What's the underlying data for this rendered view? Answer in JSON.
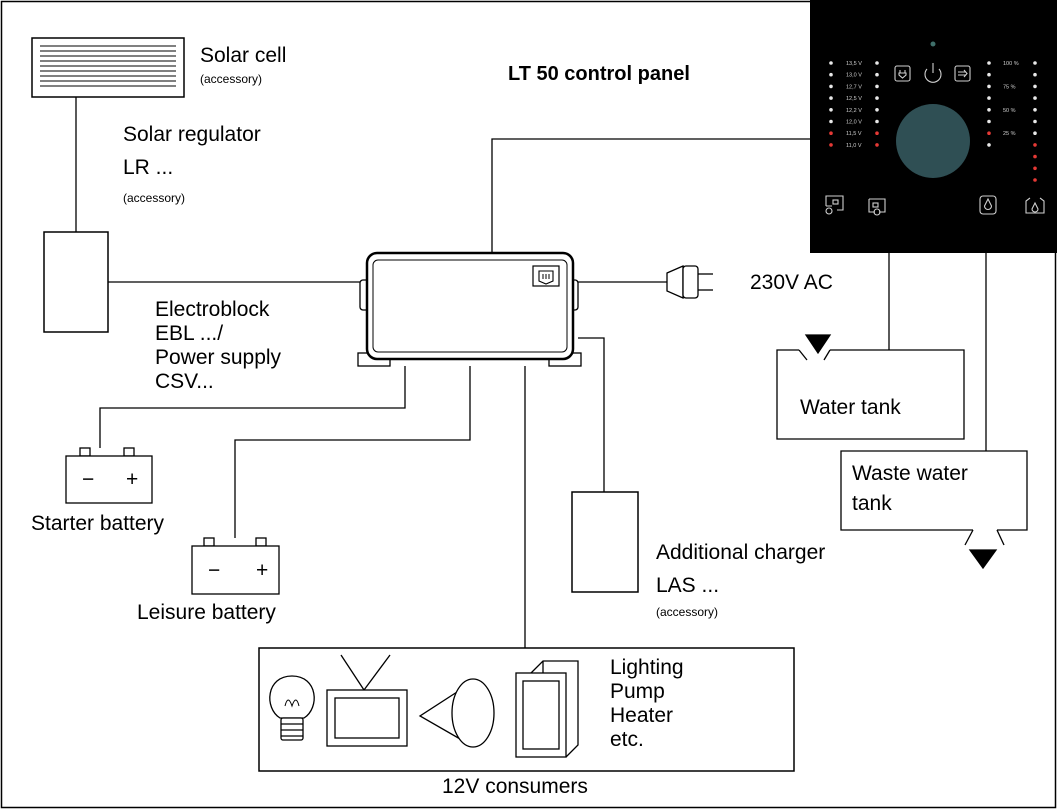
{
  "title": "LT 50 control panel",
  "components": {
    "solar_cell": {
      "label": "Solar cell",
      "note": "(accessory)"
    },
    "solar_regulator": {
      "label1": "Solar regulator",
      "label2": "LR ...",
      "note": "(accessory)"
    },
    "electroblock": {
      "lines": [
        "Electroblock",
        "EBL .../",
        "Power supply",
        "CSV..."
      ]
    },
    "mains": {
      "label": "230V AC"
    },
    "starter_battery": {
      "label": "Starter battery",
      "minus": "−",
      "plus": "+"
    },
    "leisure_battery": {
      "label": "Leisure battery",
      "minus": "−",
      "plus": "+"
    },
    "water_tank": {
      "label": "Water tank"
    },
    "waste_water_tank": {
      "line1": "Waste water",
      "line2": "tank"
    },
    "additional_charger": {
      "label1": "Additional charger",
      "label2": "LAS ...",
      "note": "(accessory)"
    },
    "consumers": {
      "items": [
        "Lighting",
        "Pump",
        "Heater",
        "etc."
      ],
      "caption": "12V consumers"
    }
  },
  "panel": {
    "voltages": [
      "13,5 V",
      "13,0 V",
      "12,7 V",
      "12,5 V",
      "12,2 V",
      "12,0 V",
      "11,5 V",
      "11,0 V"
    ],
    "levels": [
      "100 %",
      "75 %",
      "50 %",
      "25 %"
    ],
    "led_colors": {
      "white": "#e8e8e8",
      "red": "#e53935"
    },
    "colors": {
      "background": "#000000",
      "knob": "#2f4f54",
      "status_led": "#3f6f6a"
    }
  }
}
